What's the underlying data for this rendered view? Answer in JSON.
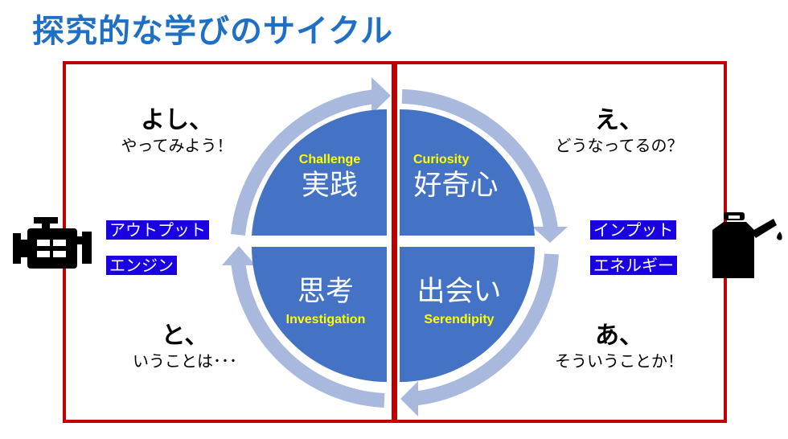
{
  "title": "探究的な学びのサイクル",
  "quadrants": {
    "top_left": {
      "en": "Challenge",
      "jp": "実践"
    },
    "top_right": {
      "en": "Curiosity",
      "jp": "好奇心"
    },
    "bottom_left": {
      "jp": "思考",
      "en": "Investigation"
    },
    "bottom_right": {
      "jp": "出会い",
      "en": "Serendipity"
    }
  },
  "speech": {
    "top_left": {
      "line1": "よし、",
      "line2": "やってみよう！"
    },
    "top_right": {
      "line1": "え、",
      "line2": "どうなってるの？"
    },
    "bottom_left": {
      "line1": "と、",
      "line2": "いうことは･･･"
    },
    "bottom_right": {
      "line1": "あ、",
      "line2": "そういうことか！"
    }
  },
  "left_tags": {
    "output": "アウトプット",
    "engine": "エンジン"
  },
  "right_tags": {
    "input": "インプット",
    "energy": "エネルギー"
  },
  "icons": {
    "left": "engine-icon",
    "right": "fuel-can-icon"
  },
  "colors": {
    "title": "#1f6fc5",
    "frame": "#c00000",
    "circle": "#4472c4",
    "ring": "#a9b8dd",
    "label_en": "#ffff00",
    "tag_bg": "#1a00e0"
  }
}
